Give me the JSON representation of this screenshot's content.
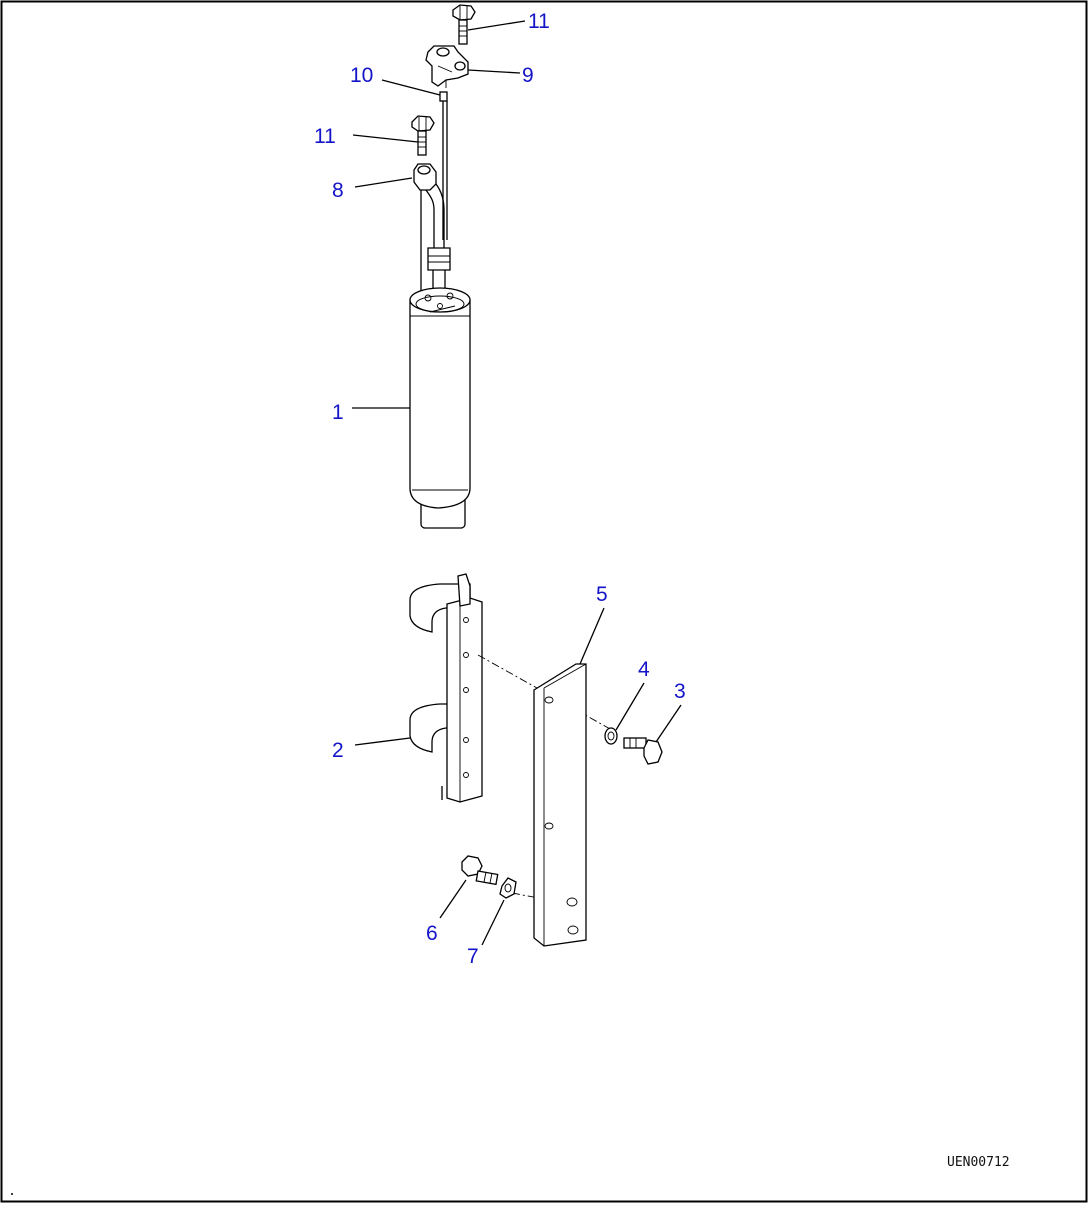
{
  "diagram": {
    "parts": [
      {
        "id": "1",
        "label": "1"
      },
      {
        "id": "2",
        "label": "2"
      },
      {
        "id": "3",
        "label": "3"
      },
      {
        "id": "4",
        "label": "4"
      },
      {
        "id": "5",
        "label": "5"
      },
      {
        "id": "6",
        "label": "6"
      },
      {
        "id": "7",
        "label": "7"
      },
      {
        "id": "8",
        "label": "8"
      },
      {
        "id": "9",
        "label": "9"
      },
      {
        "id": "10",
        "label": "10"
      },
      {
        "id": "11a",
        "label": "11"
      },
      {
        "id": "11b",
        "label": "11"
      }
    ],
    "drawing_code": "UEN00712",
    "callout_color": "#1414c8"
  }
}
